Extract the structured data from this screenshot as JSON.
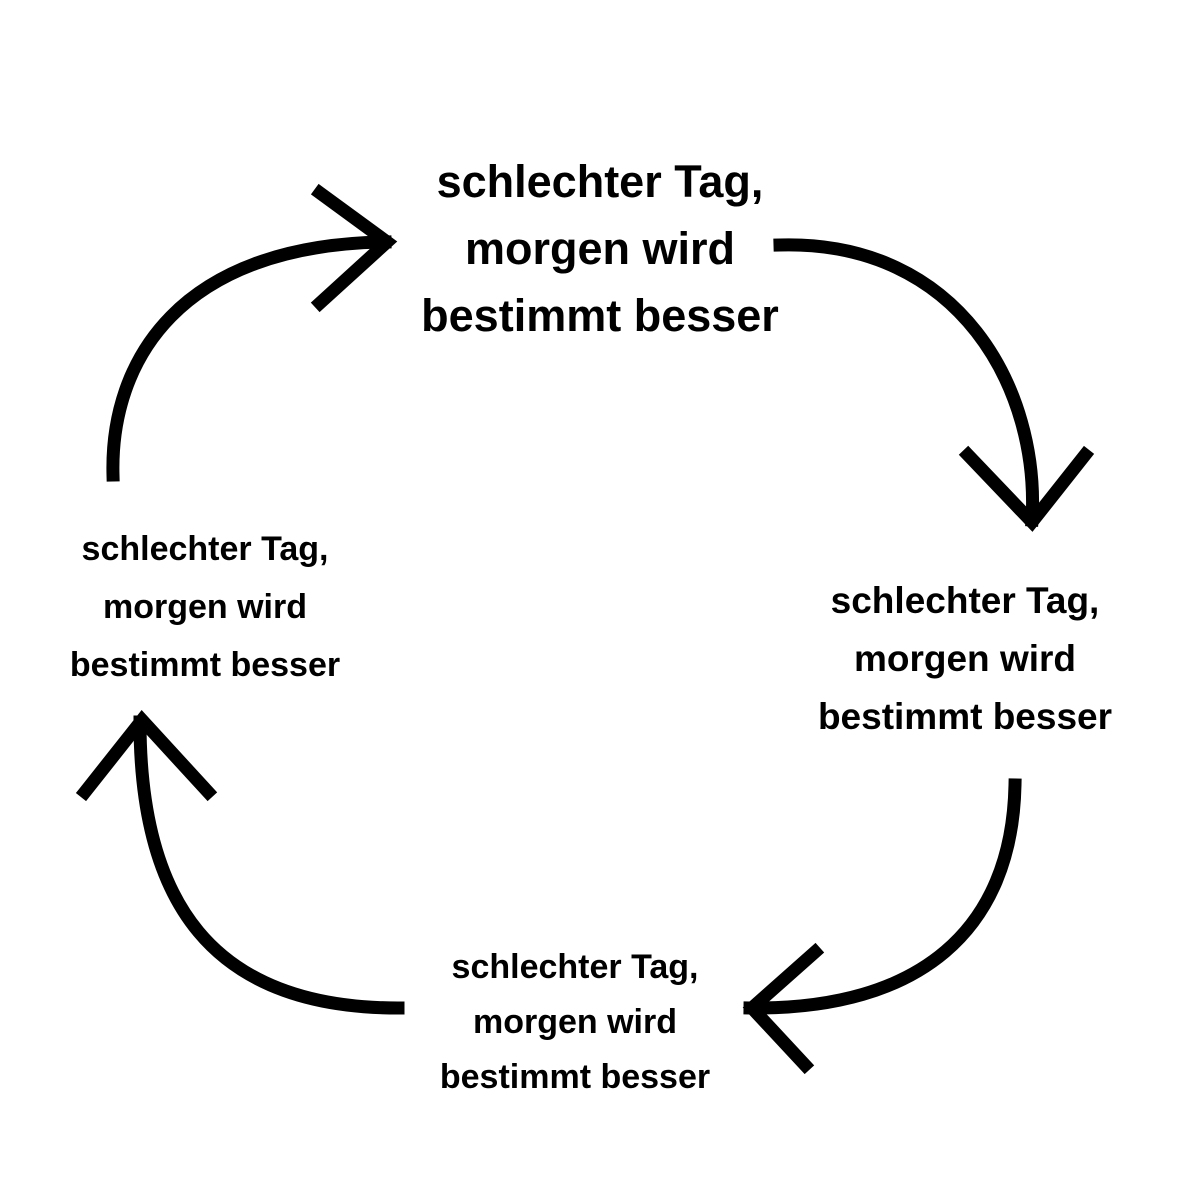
{
  "diagram": {
    "nodes": {
      "top": {
        "lines": [
          "schlechter Tag,",
          "morgen wird",
          "bestimmt besser"
        ]
      },
      "right": {
        "lines": [
          "schlechter Tag,",
          "morgen wird",
          "bestimmt besser"
        ]
      },
      "bottom": {
        "lines": [
          "schlechter Tag,",
          "morgen wird",
          "bestimmt besser"
        ]
      },
      "left": {
        "lines": [
          "schlechter Tag,",
          "morgen wird",
          "bestimmt besser"
        ]
      }
    },
    "arrows": [
      {
        "from": "left",
        "to": "top",
        "direction": "clockwise"
      },
      {
        "from": "top",
        "to": "right",
        "direction": "clockwise"
      },
      {
        "from": "right",
        "to": "bottom",
        "direction": "clockwise"
      },
      {
        "from": "bottom",
        "to": "left",
        "direction": "clockwise"
      }
    ],
    "colors": {
      "background": "#ffffff",
      "ink": "#000000"
    }
  }
}
